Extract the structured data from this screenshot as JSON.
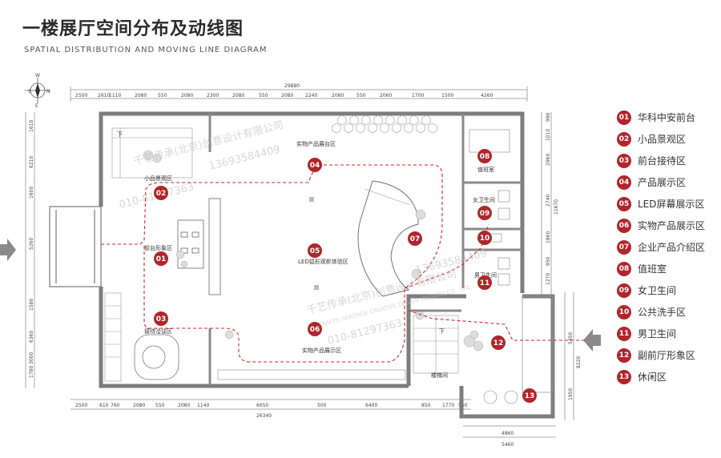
{
  "header": {
    "title": "一楼展厅空间分布及动线图",
    "subtitle": "SPATIAL DISTRIBUTION AND MOVING LINE DIAGRAM"
  },
  "compass": {
    "north": "N",
    "south": "S",
    "west": "W",
    "east": "E"
  },
  "dimensions": {
    "top_total": "29880",
    "top": [
      "2500",
      "2610",
      "1110",
      "2080",
      "550",
      "2080",
      "2300",
      "2080",
      "550",
      "2080",
      "2240",
      "2080",
      "550",
      "2060",
      "1700",
      "1500",
      "4260"
    ],
    "bottom_total": "26340",
    "bottom": [
      "2500",
      "610",
      "760",
      "2080",
      "550",
      "2080",
      "1140",
      "6650",
      "500",
      "6400",
      "850",
      "1770",
      "550"
    ],
    "bottom2_total": "5460",
    "bottom2": [
      "4860"
    ],
    "left_upper": [
      "1610",
      "6210",
      "1600",
      "5260"
    ],
    "left_lower": [
      "1580",
      "6360",
      "3000",
      "1780"
    ],
    "right": [
      "990",
      "1010",
      "2960",
      "2740",
      "11670",
      "1860",
      "950",
      "1270"
    ],
    "right_lower": [
      "5450",
      "8220",
      "1950"
    ]
  },
  "rooms": {
    "r1": "实物产品展台区",
    "r2": "小品景观区",
    "r3": "前台形象区",
    "r4": "LED弧形观影体验区",
    "r5": "接待洽谈区",
    "r6": "实物产品展示区",
    "r7": "值班室",
    "r8": "女卫生间",
    "r9": "男卫生间",
    "r10": "楼梯间",
    "stair_mark1": "下",
    "stair_mark2": "下"
  },
  "watermark": {
    "company": "千艺传承(北京)创意设计有限公司",
    "english": "CRAFTS HERITAGE CREATIVE DESIGN (BEIJING) CO., LTD",
    "phone1": "13693584409",
    "phone2": "010-81297363"
  },
  "badges": [
    "01",
    "02",
    "03",
    "04",
    "05",
    "06",
    "07",
    "08",
    "09",
    "10",
    "11",
    "12",
    "13"
  ],
  "legend": [
    {
      "num": "01",
      "label": "华科中安前台"
    },
    {
      "num": "02",
      "label": "小品景观区"
    },
    {
      "num": "03",
      "label": "前台接待区"
    },
    {
      "num": "04",
      "label": "产品展示区"
    },
    {
      "num": "05",
      "label": "LED屏幕展示区"
    },
    {
      "num": "06",
      "label": "实物产品展示区"
    },
    {
      "num": "07",
      "label": "企业产品介绍区"
    },
    {
      "num": "08",
      "label": "值班室"
    },
    {
      "num": "09",
      "label": "女卫生间"
    },
    {
      "num": "10",
      "label": "公共洗手区"
    },
    {
      "num": "11",
      "label": "男卫生间"
    },
    {
      "num": "12",
      "label": "副前厅形象区"
    },
    {
      "num": "13",
      "label": "休闲区"
    }
  ],
  "colors": {
    "accent": "#b0262b",
    "wall": "#777777",
    "route": "#d0262b",
    "arrow": "#8a8a8a"
  }
}
